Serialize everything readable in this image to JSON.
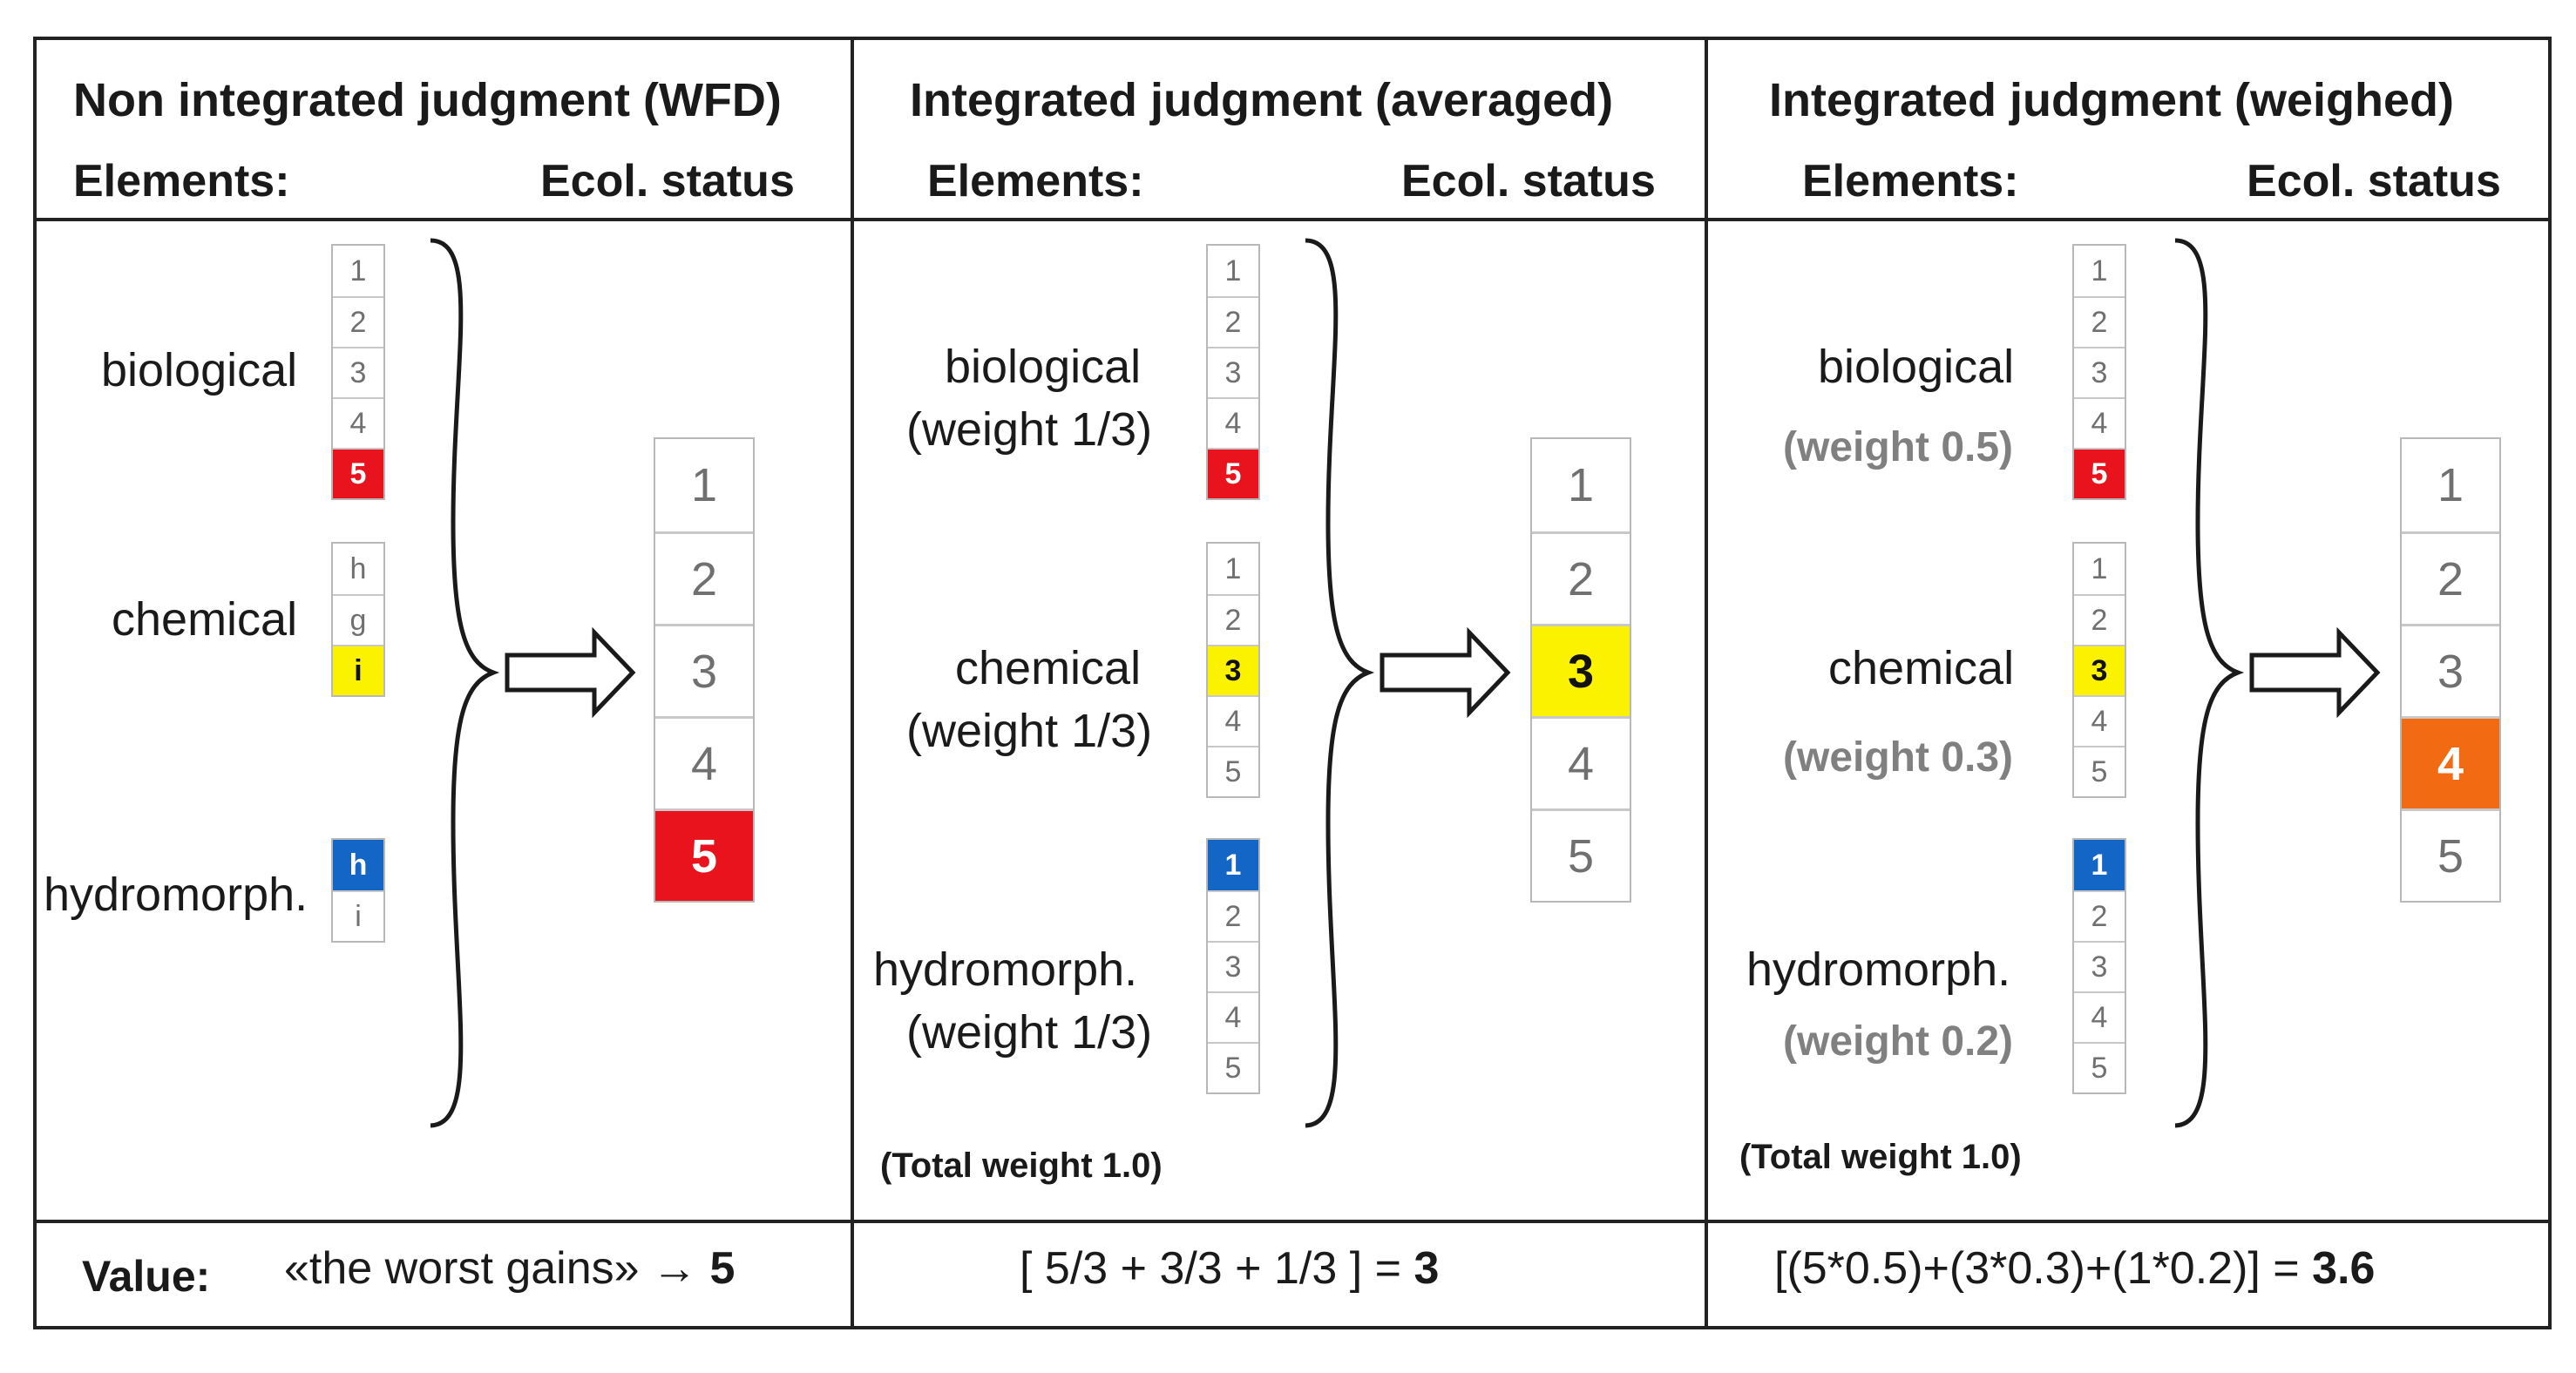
{
  "panels": [
    {
      "title": "Non integrated judgment (WFD)",
      "elements_label": "Elements:",
      "status_label": "Ecol. status",
      "items": [
        {
          "label": "biological",
          "weight": "",
          "scale": [
            "1",
            "2",
            "3",
            "4",
            "5"
          ],
          "highlight": 4,
          "color": "#e8131c"
        },
        {
          "label": "chemical",
          "weight": "",
          "scale": [
            "h",
            "g",
            "i"
          ],
          "highlight": 2,
          "color": "#fbf200"
        },
        {
          "label": "hydromorph.",
          "weight": "",
          "scale": [
            "h",
            "i"
          ],
          "highlight": 0,
          "color": "#1466c6"
        }
      ],
      "result": {
        "scale": [
          "1",
          "2",
          "3",
          "4",
          "5"
        ],
        "highlight": 4,
        "color": "#e8131c"
      },
      "total": ""
    },
    {
      "title": "Integrated judgment (averaged)",
      "elements_label": "Elements:",
      "status_label": "Ecol. status",
      "items": [
        {
          "label": "biological",
          "weight": "(weight 1/3)",
          "scale": [
            "1",
            "2",
            "3",
            "4",
            "5"
          ],
          "highlight": 4,
          "color": "#e8131c"
        },
        {
          "label": "chemical",
          "weight": "(weight 1/3)",
          "scale": [
            "1",
            "2",
            "3",
            "4",
            "5"
          ],
          "highlight": 2,
          "color": "#fbf200"
        },
        {
          "label": "hydromorph.",
          "weight": "(weight 1/3)",
          "scale": [
            "1",
            "2",
            "3",
            "4",
            "5"
          ],
          "highlight": 0,
          "color": "#1466c6"
        }
      ],
      "result": {
        "scale": [
          "1",
          "2",
          "3",
          "4",
          "5"
        ],
        "highlight": 2,
        "color": "#fbf200"
      },
      "total": "(Total weight 1.0)"
    },
    {
      "title": "Integrated judgment (weighed)",
      "elements_label": "Elements:",
      "status_label": "Ecol. status",
      "items": [
        {
          "label": "biological",
          "weight": "(weight 0.5)",
          "scale": [
            "1",
            "2",
            "3",
            "4",
            "5"
          ],
          "highlight": 4,
          "color": "#e8131c"
        },
        {
          "label": "chemical",
          "weight": "(weight 0.3)",
          "scale": [
            "1",
            "2",
            "3",
            "4",
            "5"
          ],
          "highlight": 2,
          "color": "#fbf200"
        },
        {
          "label": "hydromorph.",
          "weight": "(weight 0.2)",
          "scale": [
            "1",
            "2",
            "3",
            "4",
            "5"
          ],
          "highlight": 0,
          "color": "#1466c6"
        }
      ],
      "result": {
        "scale": [
          "1",
          "2",
          "3",
          "4",
          "5"
        ],
        "highlight": 3,
        "color": "#f26b12"
      },
      "total": "(Total weight 1.0)"
    }
  ],
  "value_row": {
    "label": "Value:",
    "cells": [
      {
        "text": "«the worst gains» ",
        "arrow": "→",
        "result": "5"
      },
      {
        "text": "[ 5/3 + 3/3 + 1/3 ] = ",
        "arrow": "",
        "result": "3"
      },
      {
        "text": "[(5*0.5)+(3*0.3)+(1*0.2)] = ",
        "arrow": "",
        "result": "3.6"
      }
    ]
  }
}
